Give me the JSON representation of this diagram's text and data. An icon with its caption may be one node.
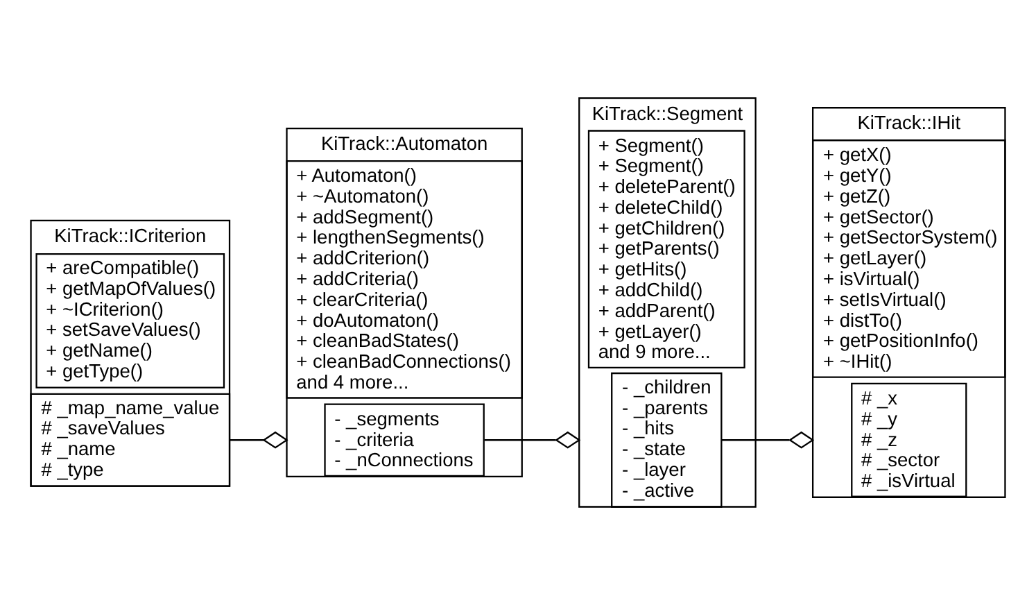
{
  "diagram": {
    "nodes": [
      {
        "text": [
          "KiTrack::ICriterion"
        ]
      },
      {
        "text": [
          "# _map_name_value",
          "# _saveValues",
          "# _name",
          "# _type"
        ],
        "in": 0
      },
      {
        "text": [
          "+ areCompatible()",
          "+ getMapOfValues()",
          "+ ~ICriterion()",
          "+ setSaveValues()",
          "+ getName()",
          "+ getType()"
        ],
        "in": 0
      },
      {
        "text": [
          "KiTrack::Automaton"
        ]
      },
      {
        "text": [
          "- _segments",
          "- _criteria",
          "- _nConnections"
        ],
        "in": 3
      },
      {
        "text": [
          "+ Automaton()",
          "+ ~Automaton()",
          "+ addSegment()",
          "+ lengthenSegments()",
          "+ addCriterion()",
          "+ addCriteria()",
          "+ clearCriteria()",
          "+ doAutomaton()",
          "+ cleanBadStates()",
          "+ cleanBadConnections()",
          "and 4 more..."
        ],
        "in": 3
      },
      {
        "text": [
          "KiTrack::Segment"
        ]
      },
      {
        "text": [
          "- _children",
          "- _parents",
          "- _hits",
          "- _state",
          "- _layer",
          "- _active"
        ],
        "in": 6
      },
      {
        "text": [
          "+ Segment()",
          "+ Segment()",
          "+ deleteParent()",
          "+ deleteChild()",
          "+ getChildren()",
          "+ getParents()",
          "+ getHits()",
          "+ addChild()",
          "+ addParent()",
          "+ getLayer()",
          "and 9 more..."
        ],
        "in": 6
      },
      {
        "text": [
          "KiTrack::IHit"
        ]
      },
      {
        "text": [
          "# _x",
          "# _y",
          "# _z",
          "# _sector",
          "# _isVirtual"
        ],
        "in": 9
      },
      {
        "text": [
          "+ getX()",
          "+ getY()",
          "+ getZ()",
          "+ getSector()",
          "+ getSectorSystem()",
          "+ getLayer()",
          "+ isVirtual()",
          "+ setIsVirtual()",
          "+ distTo()",
          "+ getPositionInfo()",
          "+ ~IHit()"
        ],
        "in": 9
      }
    ],
    "edges": [
      {
        "from": 0,
        "to": 3,
        "arrow": "other"
      },
      {
        "from": 3,
        "to": 6,
        "arrow": "other"
      },
      {
        "from": 6,
        "to": 9,
        "arrow": "other"
      }
    ]
  }
}
